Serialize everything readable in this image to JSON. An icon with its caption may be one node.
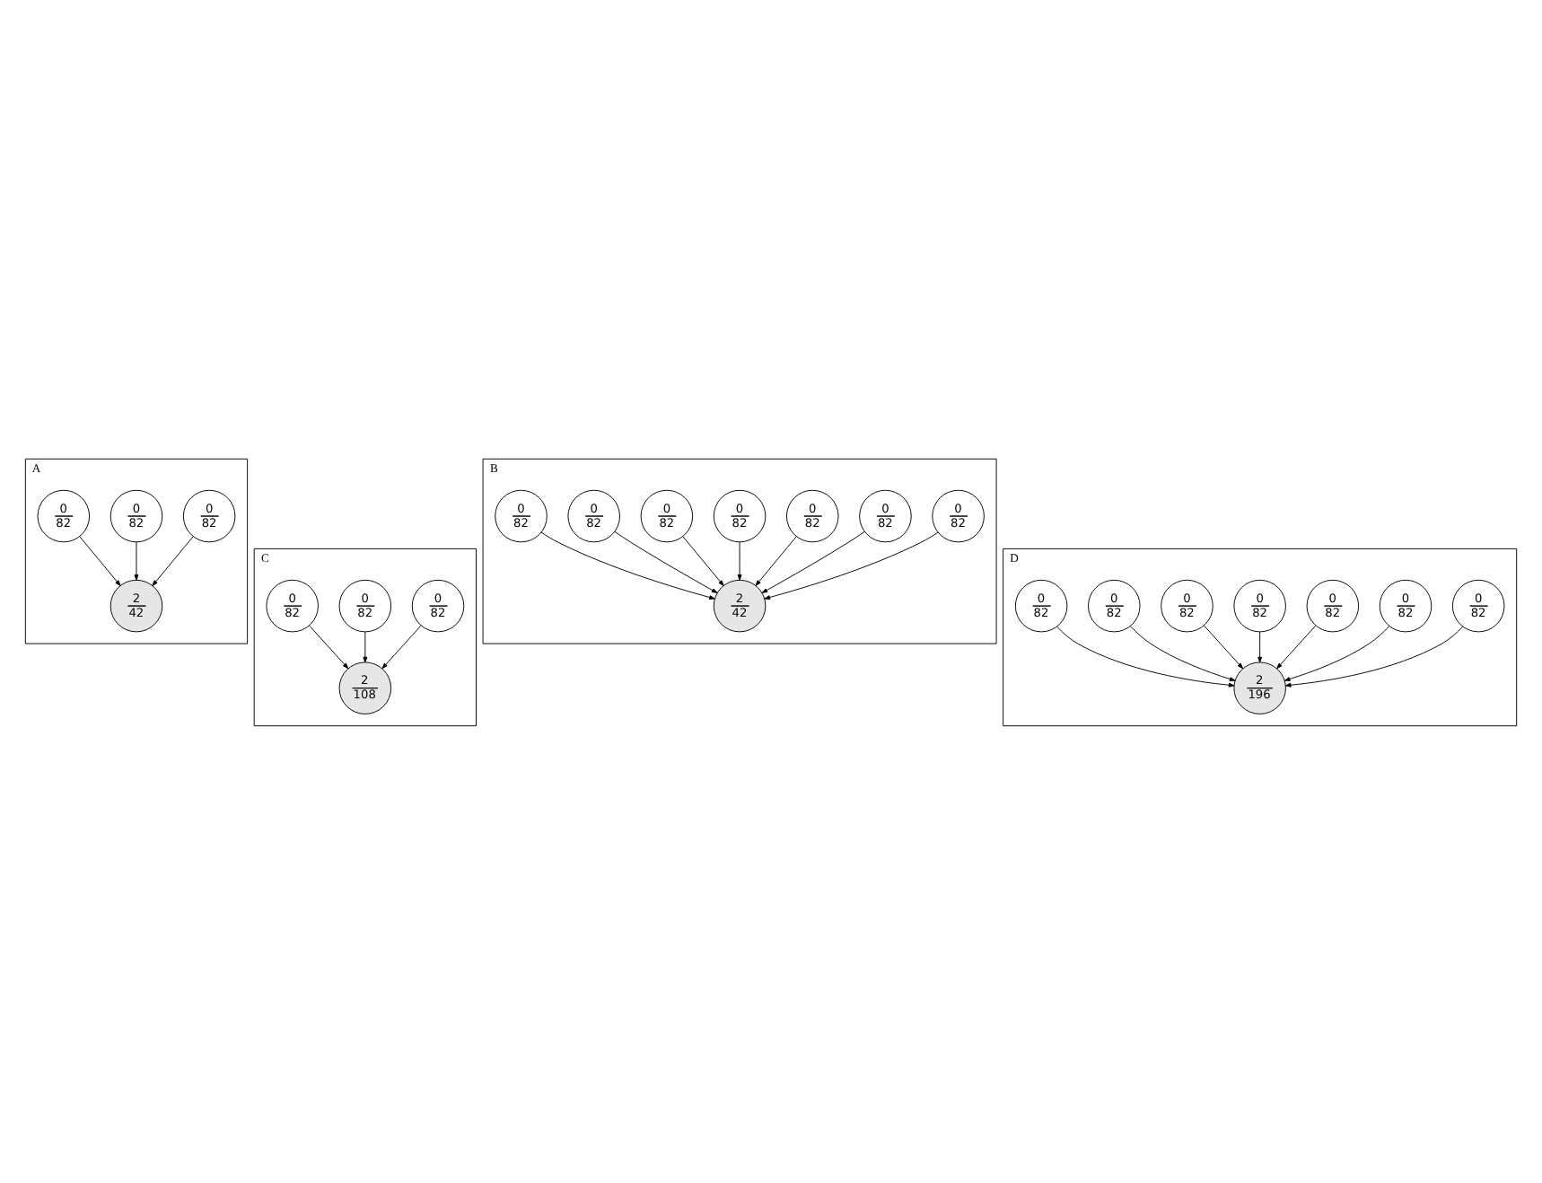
{
  "diagram": {
    "nodes": [
      {
        "text": [
          "A"
        ]
      },
      {
        "text": [
          "0",
          "82"
        ],
        "in": 0
      },
      {
        "text": [
          "2",
          "42"
        ],
        "in": 0
      },
      {
        "text": [
          "0",
          "82"
        ],
        "in": 0
      },
      {
        "text": [
          "0",
          "82"
        ],
        "in": 0
      },
      {
        "text": [
          "B"
        ]
      },
      {
        "text": [
          "0",
          "82"
        ],
        "in": 5
      },
      {
        "text": [
          "0",
          "82"
        ],
        "in": 5
      },
      {
        "text": [
          "0",
          "82"
        ],
        "in": 5
      },
      {
        "text": [
          "2",
          "42"
        ],
        "in": 5
      },
      {
        "text": [
          "0",
          "82"
        ],
        "in": 5
      },
      {
        "text": [
          "0",
          "82"
        ],
        "in": 5
      },
      {
        "text": [
          "0",
          "82"
        ],
        "in": 5
      },
      {
        "text": [
          "0",
          "82"
        ],
        "in": 5
      },
      {
        "text": [
          "C"
        ]
      },
      {
        "text": [
          "0",
          "82"
        ],
        "in": 14
      },
      {
        "text": [
          "2",
          "108"
        ],
        "in": 14
      },
      {
        "text": [
          "0",
          "82"
        ],
        "in": 14
      },
      {
        "text": [
          "0",
          "82"
        ],
        "in": 14
      },
      {
        "text": [
          "D"
        ]
      },
      {
        "text": [
          "0",
          "82"
        ],
        "in": 19
      },
      {
        "text": [
          "0",
          "82"
        ],
        "in": 19
      },
      {
        "text": [
          "0",
          "82"
        ],
        "in": 19
      },
      {
        "text": [
          "2",
          "196"
        ],
        "in": 19
      },
      {
        "text": [
          "0",
          "82"
        ],
        "in": 19
      },
      {
        "text": [
          "0",
          "82"
        ],
        "in": 19
      },
      {
        "text": [
          "0",
          "82"
        ],
        "in": 19
      },
      {
        "text": [
          "0",
          "82"
        ],
        "in": 19
      }
    ],
    "edges": [
      {
        "from": 1,
        "to": 2,
        "arrow": "to"
      },
      {
        "from": 3,
        "to": 2,
        "arrow": "to"
      },
      {
        "from": 4,
        "to": 2,
        "arrow": "to"
      },
      {
        "from": 6,
        "to": 9,
        "arrow": "to"
      },
      {
        "from": 7,
        "to": 9,
        "arrow": "to"
      },
      {
        "from": 8,
        "to": 9,
        "arrow": "to"
      },
      {
        "from": 10,
        "to": 9,
        "arrow": "to"
      },
      {
        "from": 11,
        "to": 9,
        "arrow": "to"
      },
      {
        "from": 12,
        "to": 9,
        "arrow": "to"
      },
      {
        "from": 13,
        "to": 9,
        "arrow": "to"
      },
      {
        "from": 15,
        "to": 16,
        "arrow": "to"
      },
      {
        "from": 17,
        "to": 16,
        "arrow": "to"
      },
      {
        "from": 18,
        "to": 16,
        "arrow": "to"
      },
      {
        "from": 20,
        "to": 23,
        "arrow": "to"
      },
      {
        "from": 21,
        "to": 23,
        "arrow": "to"
      },
      {
        "from": 22,
        "to": 23,
        "arrow": "to"
      },
      {
        "from": 24,
        "to": 23,
        "arrow": "to"
      },
      {
        "from": 25,
        "to": 23,
        "arrow": "to"
      },
      {
        "from": 26,
        "to": 23,
        "arrow": "to"
      },
      {
        "from": 27,
        "to": 23,
        "arrow": "to"
      }
    ]
  }
}
